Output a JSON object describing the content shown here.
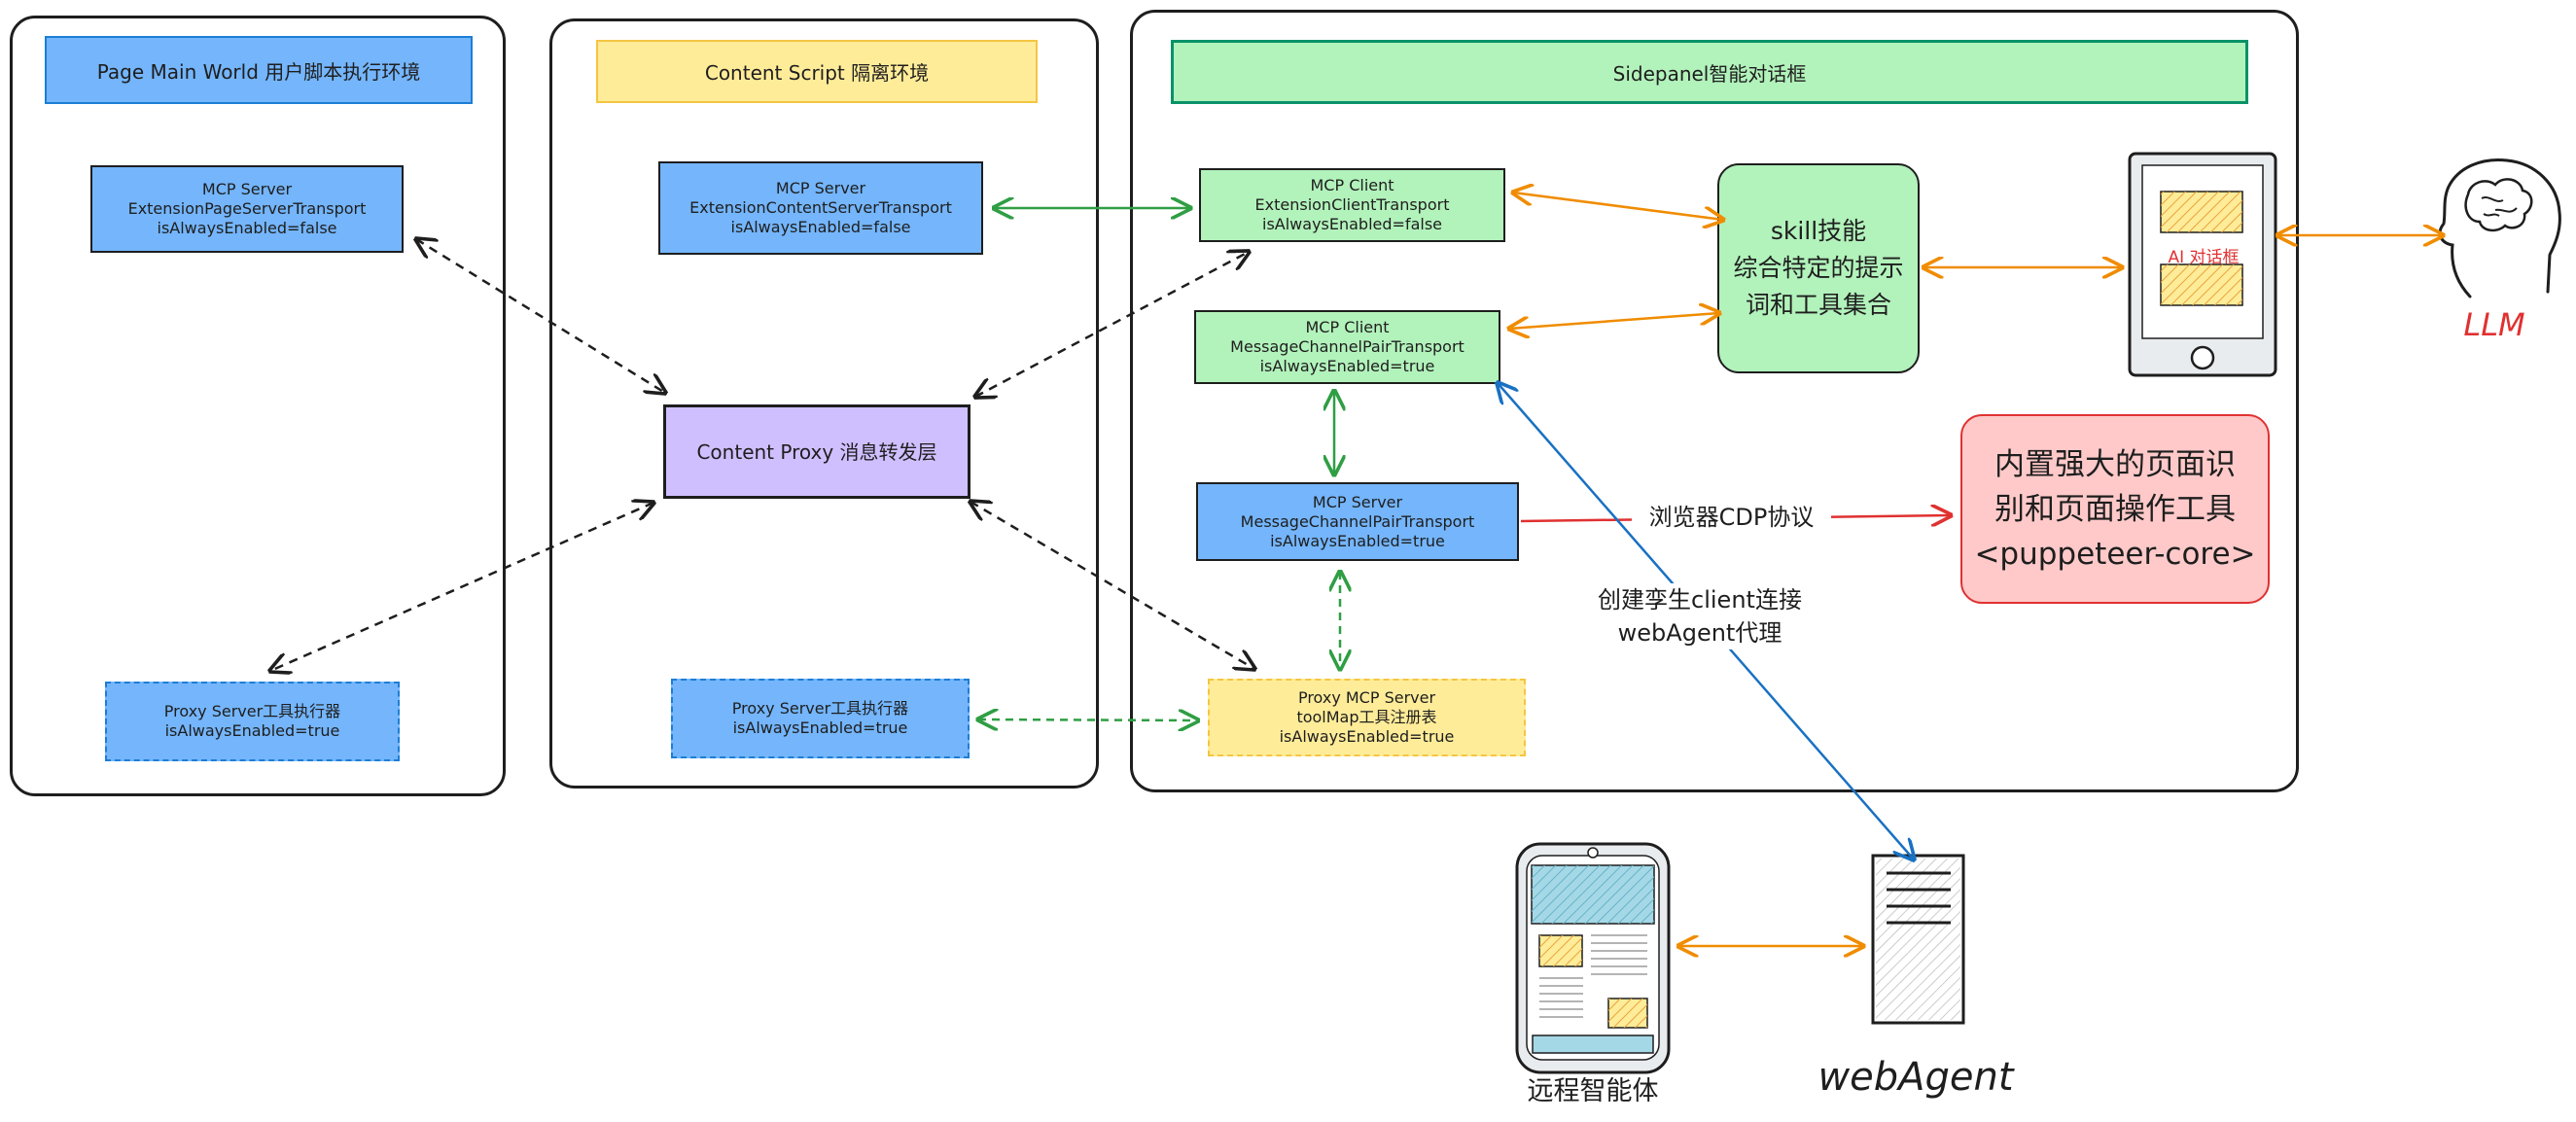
{
  "panels": {
    "main_world": {
      "title": "Page Main World 用户脚本执行环境"
    },
    "content_script": {
      "title": "Content Script 隔离环境"
    },
    "sidepanel": {
      "title": "Sidepanel智能对话框"
    }
  },
  "boxes": {
    "mcp_server_page": [
      "MCP Server",
      "ExtensionPageServerTransport",
      "isAlwaysEnabled=false"
    ],
    "proxy_server_main": [
      "Proxy Server工具执行器",
      "isAlwaysEnabled=true"
    ],
    "mcp_server_content": [
      "MCP Server",
      "ExtensionContentServerTransport",
      "isAlwaysEnabled=false"
    ],
    "content_proxy": [
      "Content Proxy 消息转发层"
    ],
    "proxy_server_content": [
      "Proxy Server工具执行器",
      "isAlwaysEnabled=true"
    ],
    "mcp_client_ext": [
      "MCP Client",
      "ExtensionClientTransport",
      "isAlwaysEnabled=false"
    ],
    "mcp_client_msg": [
      "MCP Client",
      "MessageChannelPairTransport",
      "isAlwaysEnabled=true"
    ],
    "mcp_server_msg": [
      "MCP Server",
      "MessageChannelPairTransport",
      "isAlwaysEnabled=true"
    ],
    "proxy_mcp_server": [
      "Proxy MCP Server",
      "toolMap工具注册表",
      "isAlwaysEnabled=true"
    ],
    "skill": [
      "skill技能",
      "综合特定的提示",
      "词和工具集合"
    ],
    "puppeteer": [
      "内置强大的页面识",
      "别和页面操作工具",
      "<puppeteer-core>"
    ]
  },
  "labels": {
    "cdp": "浏览器CDP协议",
    "twin_client": [
      "创建孪生client连接",
      "webAgent代理"
    ],
    "ai_dialog": "AI 对话框",
    "llm": "LLM",
    "remote_agent": "远程智能体",
    "web_agent": "webAgent"
  },
  "colors": {
    "blue_box": "#74b5fb",
    "green_box": "#b2f2bb",
    "yellow_box": "#ffec99",
    "purple_box": "#d0bfff",
    "red_box": "#ffc9c9",
    "arrow_green": "#2f9e44",
    "arrow_orange": "#f08c00",
    "arrow_red": "#e03131",
    "arrow_blue": "#1971c2",
    "llm_red": "#e03131"
  }
}
